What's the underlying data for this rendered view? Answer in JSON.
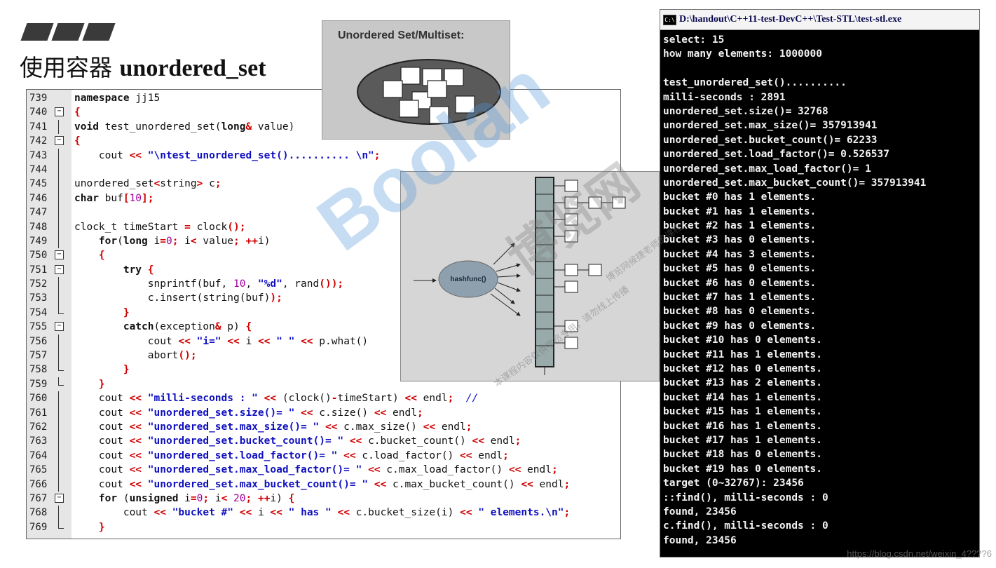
{
  "slide": {
    "title_cn": "使用容器",
    "title_code": "unordered_set"
  },
  "set_diagram": {
    "title": "Unordered Set/Multiset:"
  },
  "hash_diagram": {
    "hashfunc_label": "hashfunc()"
  },
  "code": {
    "lines": [
      {
        "n": "739",
        "fold": "",
        "html": "<span class='kw'>namespace</span> jj15"
      },
      {
        "n": "740",
        "fold": "box",
        "html": "<span class='op'>{</span>"
      },
      {
        "n": "741",
        "fold": "line",
        "html": "<span class='kw'>void</span> test_unordered_set(<span class='kw'>long</span><span class='op'>&amp;</span> value)"
      },
      {
        "n": "742",
        "fold": "box",
        "html": "<span class='op'>{</span>"
      },
      {
        "n": "743",
        "fold": "line",
        "html": "    cout <span class='op'>&lt;&lt;</span> <span class='str'>\"\\ntest_unordered_set().......... \\n\"</span><span class='op'>;</span>"
      },
      {
        "n": "744",
        "fold": "line",
        "html": ""
      },
      {
        "n": "745",
        "fold": "line",
        "html": "unordered_set<span class='op'>&lt;</span>string<span class='op'>&gt;</span> c<span class='op'>;</span>"
      },
      {
        "n": "746",
        "fold": "line",
        "html": "<span class='kw'>char</span> buf<span class='op'>[</span><span class='num'>10</span><span class='op'>];</span>"
      },
      {
        "n": "747",
        "fold": "line",
        "html": ""
      },
      {
        "n": "748",
        "fold": "line",
        "html": "clock_t timeStart <span class='op'>=</span> clock<span class='op'>();</span>"
      },
      {
        "n": "749",
        "fold": "line",
        "html": "    <span class='kw'>for</span>(<span class='kw'>long</span> i<span class='op'>=</span><span class='num'>0</span><span class='op'>;</span> i<span class='op'>&lt;</span> value<span class='op'>;</span> <span class='op'>++</span>i)"
      },
      {
        "n": "750",
        "fold": "box",
        "html": "    <span class='op'>{</span>"
      },
      {
        "n": "751",
        "fold": "box",
        "html": "        <span class='kw'>try</span> <span class='op'>{</span>"
      },
      {
        "n": "752",
        "fold": "line",
        "html": "            snprintf(buf, <span class='num'>10</span>, <span class='str'>\"%d\"</span>, rand<span class='op'>());</span>"
      },
      {
        "n": "753",
        "fold": "line",
        "html": "            c.insert(string(buf)<span class='op'>);</span>"
      },
      {
        "n": "754",
        "fold": "end",
        "html": "        <span class='op'>}</span>"
      },
      {
        "n": "755",
        "fold": "box",
        "html": "        <span class='kw'>catch</span>(exception<span class='op'>&amp;</span> p) <span class='op'>{</span>"
      },
      {
        "n": "756",
        "fold": "line",
        "html": "            cout <span class='op'>&lt;&lt;</span> <span class='str'>\"i=\"</span> <span class='op'>&lt;&lt;</span> i <span class='op'>&lt;&lt;</span> <span class='str'>\" \"</span> <span class='op'>&lt;&lt;</span> p.what()"
      },
      {
        "n": "757",
        "fold": "line",
        "html": "            abort<span class='op'>();</span>"
      },
      {
        "n": "758",
        "fold": "end",
        "html": "        <span class='op'>}</span>"
      },
      {
        "n": "759",
        "fold": "end",
        "html": "    <span class='op'>}</span>"
      },
      {
        "n": "760",
        "fold": "line",
        "html": "    cout <span class='op'>&lt;&lt;</span> <span class='str'>\"milli-seconds : \"</span> <span class='op'>&lt;&lt;</span> (clock()<span class='op'>-</span>timeStart) <span class='op'>&lt;&lt;</span> endl<span class='op'>;</span>  <span class='cm'>//</span>"
      },
      {
        "n": "761",
        "fold": "line",
        "html": "    cout <span class='op'>&lt;&lt;</span> <span class='str'>\"unordered_set.size()= \"</span> <span class='op'>&lt;&lt;</span> c.size() <span class='op'>&lt;&lt;</span> endl<span class='op'>;</span>"
      },
      {
        "n": "762",
        "fold": "line",
        "html": "    cout <span class='op'>&lt;&lt;</span> <span class='str'>\"unordered_set.max_size()= \"</span> <span class='op'>&lt;&lt;</span> c.max_size() <span class='op'>&lt;&lt;</span> endl<span class='op'>;</span>"
      },
      {
        "n": "763",
        "fold": "line",
        "html": "    cout <span class='op'>&lt;&lt;</span> <span class='str'>\"unordered_set.bucket_count()= \"</span> <span class='op'>&lt;&lt;</span> c.bucket_count() <span class='op'>&lt;&lt;</span> endl<span class='op'>;</span>"
      },
      {
        "n": "764",
        "fold": "line",
        "html": "    cout <span class='op'>&lt;&lt;</span> <span class='str'>\"unordered_set.load_factor()= \"</span> <span class='op'>&lt;&lt;</span> c.load_factor() <span class='op'>&lt;&lt;</span> endl<span class='op'>;</span>"
      },
      {
        "n": "765",
        "fold": "line",
        "html": "    cout <span class='op'>&lt;&lt;</span> <span class='str'>\"unordered_set.max_load_factor()= \"</span> <span class='op'>&lt;&lt;</span> c.max_load_factor() <span class='op'>&lt;&lt;</span> endl<span class='op'>;</span>"
      },
      {
        "n": "766",
        "fold": "line",
        "html": "    cout <span class='op'>&lt;&lt;</span> <span class='str'>\"unordered_set.max_bucket_count()= \"</span> <span class='op'>&lt;&lt;</span> c.max_bucket_count() <span class='op'>&lt;&lt;</span> endl<span class='op'>;</span>"
      },
      {
        "n": "767",
        "fold": "box",
        "html": "    <span class='kw'>for</span> (<span class='kw'>unsigned</span> i<span class='op'>=</span><span class='num'>0</span><span class='op'>;</span> i<span class='op'>&lt;</span> <span class='num'>20</span><span class='op'>;</span> <span class='op'>++</span>i) <span class='op'>{</span>"
      },
      {
        "n": "768",
        "fold": "line",
        "html": "        cout <span class='op'>&lt;&lt;</span> <span class='str'>\"bucket #\"</span> <span class='op'>&lt;&lt;</span> i <span class='op'>&lt;&lt;</span> <span class='str'>\" has \"</span> <span class='op'>&lt;&lt;</span> c.bucket_size(i) <span class='op'>&lt;&lt;</span> <span class='str'>\" elements.\\n\"</span><span class='op'>;</span>"
      },
      {
        "n": "769",
        "fold": "end",
        "html": "    <span class='op'>}</span>"
      }
    ]
  },
  "console": {
    "title": "D:\\handout\\C++11-test-DevC++\\Test-STL\\test-stl.exe",
    "icon_label": "C:\\",
    "lines": [
      "select: 15",
      "how many elements: 1000000",
      "",
      "test_unordered_set()..........",
      "milli-seconds : 2891",
      "unordered_set.size()= 32768",
      "unordered_set.max_size()= 357913941",
      "unordered_set.bucket_count()= 62233",
      "unordered_set.load_factor()= 0.526537",
      "unordered_set.max_load_factor()= 1",
      "unordered_set.max_bucket_count()= 357913941",
      "bucket #0 has 1 elements.",
      "bucket #1 has 1 elements.",
      "bucket #2 has 1 elements.",
      "bucket #3 has 0 elements.",
      "bucket #4 has 3 elements.",
      "bucket #5 has 0 elements.",
      "bucket #6 has 0 elements.",
      "bucket #7 has 1 elements.",
      "bucket #8 has 0 elements.",
      "bucket #9 has 0 elements.",
      "bucket #10 has 0 elements.",
      "bucket #11 has 1 elements.",
      "bucket #12 has 0 elements.",
      "bucket #13 has 2 elements.",
      "bucket #14 has 1 elements.",
      "bucket #15 has 1 elements.",
      "bucket #16 has 1 elements.",
      "bucket #17 has 1 elements.",
      "bucket #18 has 0 elements.",
      "bucket #19 has 0 elements.",
      "target (0~32767): 23456",
      "::find(), milli-seconds : 0",
      "found, 23456",
      "c.find(), milli-seconds : 0",
      "found, 23456"
    ]
  },
  "watermark": {
    "brand": "Boolan",
    "cn": "博览网",
    "small1": "本课程内容仅供学员专用，请勿线上传播",
    "small2": "博览网候捷老师的课程",
    "url": "https://blog.csdn.net/weixin_4????6"
  }
}
